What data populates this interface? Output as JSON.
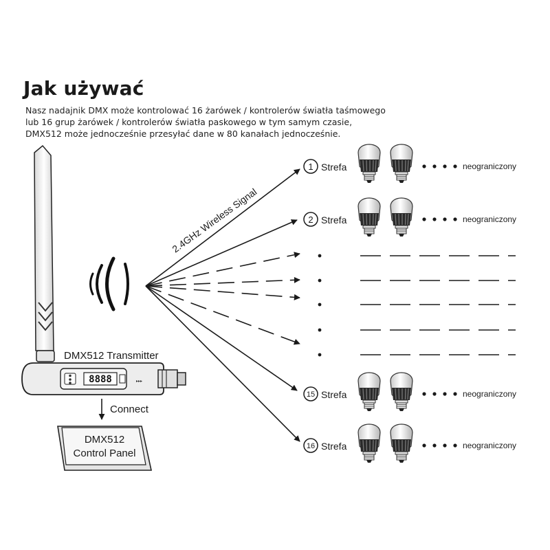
{
  "header": {
    "title": "Jak używać",
    "description": [
      "Nasz nadajnik DMX może kontrolować 16 żarówek / kontrolerów światła taśmowego",
      "lub 16 grup żarówek / kontrolerów światła paskowego w tym samym czasie,",
      "DMX512 może jednocześnie przesyłać dane w 80 kanałach jednocześnie."
    ]
  },
  "transmitter": {
    "label": "DMX512 Transmitter",
    "display": "8888",
    "connect_label": "Connect"
  },
  "control_panel": {
    "line1": "DMX512",
    "line2": "Control Panel"
  },
  "signal_label": "2.4GHz Wireless Signal",
  "zones": [
    {
      "number": "1",
      "label": "Strefa",
      "suffix": "neograniczony"
    },
    {
      "number": "2",
      "label": "Strefa",
      "suffix": "neograniczony"
    },
    {
      "number": "15",
      "label": "Strefa",
      "suffix": "neograniczony"
    },
    {
      "number": "16",
      "label": "Strefa",
      "suffix": "neograniczony"
    }
  ]
}
